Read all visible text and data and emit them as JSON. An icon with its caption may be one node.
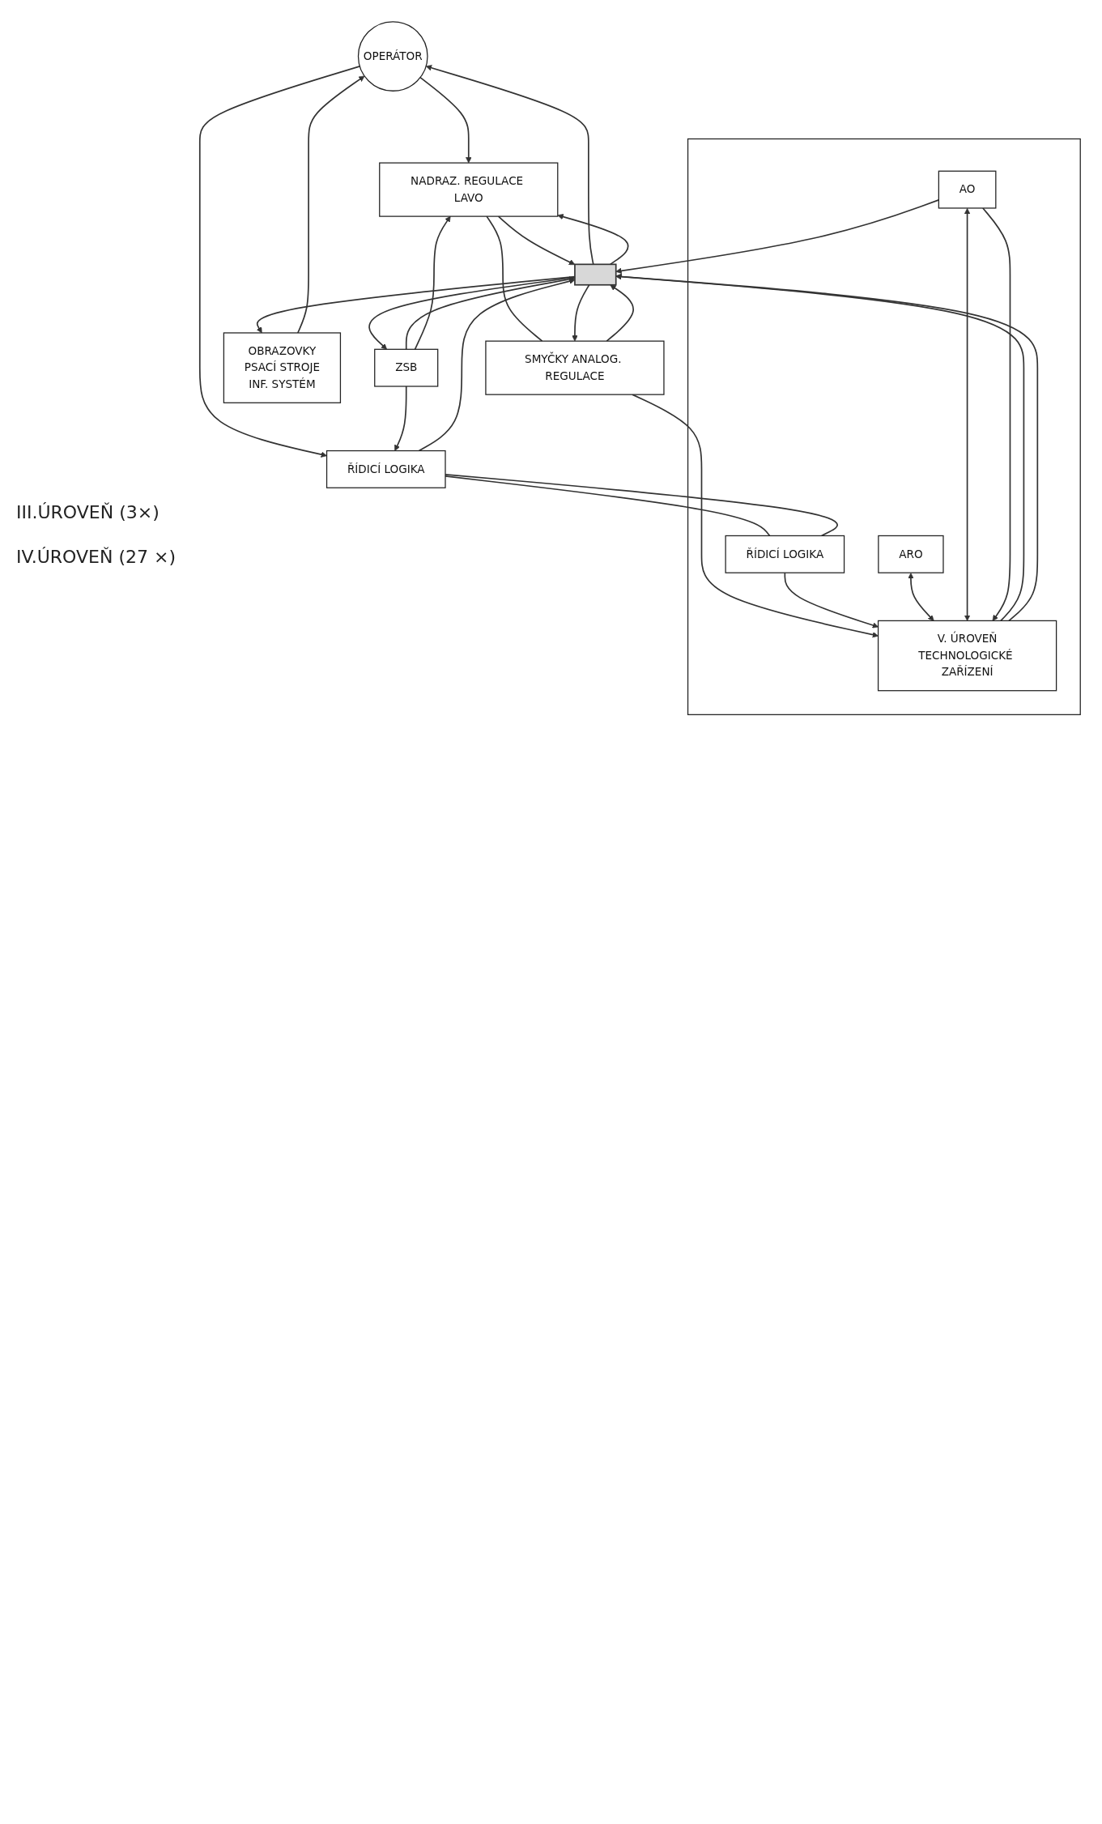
{
  "diagram": {
    "nodes": [
      {
        "text": [
          "OPERÁTOR"
        ]
      },
      {
        "text": [
          "OBRAZOVKY",
          "PSACÍ STROJE",
          "INF. SYSTÉM"
        ]
      },
      {
        "text": [
          "ZSB"
        ]
      },
      {
        "text": [
          "NADRAZ. REGULACE LAVO"
        ]
      },
      {
        "text": [
          "ŘÍDICÍ LOGIKA"
        ]
      },
      {
        "text": [
          "SMYČKY ANALOG. REGULACE"
        ]
      },
      {
        "text": [],
        "shape": "box"
      },
      {
        "text": [
          "ŘÍDICÍ LOGIKA"
        ],
        "in": 6
      },
      {
        "text": [
          "ARO"
        ],
        "in": 6
      },
      {
        "text": [
          "AO"
        ],
        "in": 6
      },
      {
        "text": [
          "V. ÚROVEŇ",
          "TECHNOLOGICKÉ ZAŘÍZENÍ"
        ],
        "in": 6
      },
      {
        "text": [],
        "shape": "bar"
      }
    ],
    "edges": [
      {
        "from": 1,
        "to": 0,
        "arrow": "to"
      },
      {
        "from": 11,
        "to": 0,
        "arrow": "to"
      },
      {
        "from": 11,
        "to": 1,
        "arrow": "to"
      },
      {
        "from": 2,
        "to": 11,
        "arrow": "to"
      },
      {
        "from": 11,
        "to": 2,
        "arrow": "to"
      },
      {
        "from": 0,
        "to": 3,
        "arrow": "to"
      },
      {
        "from": 0,
        "to": 4,
        "arrow": "to"
      },
      {
        "from": 2,
        "to": 3,
        "arrow": "to"
      },
      {
        "from": 2,
        "to": 4,
        "arrow": "to"
      },
      {
        "from": 3,
        "to": 11,
        "arrow": "to"
      },
      {
        "from": 11,
        "to": 3,
        "arrow": "to"
      },
      {
        "from": 3,
        "to": 5,
        "arrow": "none"
      },
      {
        "from": 5,
        "to": 11,
        "arrow": "to"
      },
      {
        "from": 11,
        "to": 5,
        "arrow": "to"
      },
      {
        "from": 4,
        "to": 11,
        "arrow": "to"
      },
      {
        "from": 4,
        "to": 7,
        "arrow": "none"
      },
      {
        "from": 4,
        "to": 7,
        "arrow": "none"
      },
      {
        "from": 5,
        "to": 10,
        "arrow": "to"
      },
      {
        "from": 9,
        "to": 11,
        "arrow": "to"
      },
      {
        "from": 7,
        "to": 10,
        "arrow": "to"
      },
      {
        "from": 8,
        "to": 10,
        "arrow": "both"
      },
      {
        "from": 9,
        "to": 10,
        "arrow": "both"
      },
      {
        "from": 9,
        "to": 10,
        "arrow": "to"
      },
      {
        "from": 10,
        "to": 11,
        "arrow": "to"
      },
      {
        "from": 10,
        "to": 11,
        "arrow": "to"
      }
    ],
    "labels": [
      "III.ÚROVEŇ (3×)",
      "IV.ÚROVEŇ (27 ×)"
    ]
  }
}
